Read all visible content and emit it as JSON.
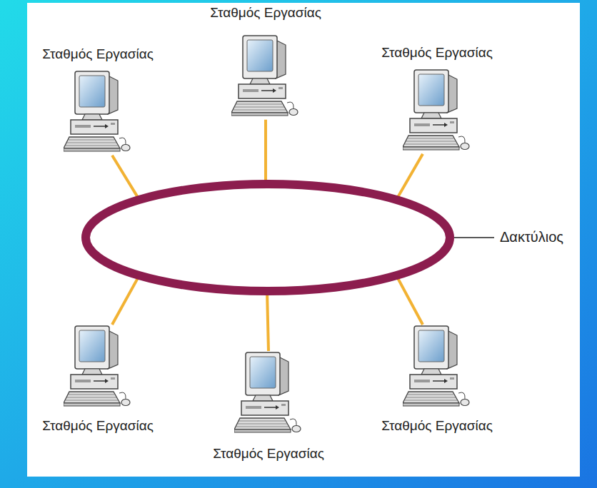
{
  "diagram": {
    "nodes": [
      {
        "text": [
          "Σταθμός Εργασίας"
        ]
      },
      {
        "text": [
          "Σταθμός Εργασίας"
        ]
      },
      {
        "text": [
          "Σταθμός Εργασίας"
        ]
      },
      {
        "text": [
          "Δακτύλιος"
        ]
      },
      {
        "text": [
          "Σταθμός Εργασίας"
        ]
      },
      {
        "text": [
          "Σταθμός Εργασίας"
        ]
      },
      {
        "text": [
          "Σταθμός Εργασίας"
        ]
      }
    ],
    "edges": [
      {
        "from": 0,
        "to": 3,
        "arrow": "none"
      },
      {
        "from": 1,
        "to": 3,
        "arrow": "none"
      },
      {
        "from": 2,
        "to": 3,
        "arrow": "none"
      },
      {
        "from": 4,
        "to": 3,
        "arrow": "none"
      },
      {
        "from": 5,
        "to": 3,
        "arrow": "none"
      },
      {
        "from": 6,
        "to": 3,
        "arrow": "none"
      }
    ]
  }
}
